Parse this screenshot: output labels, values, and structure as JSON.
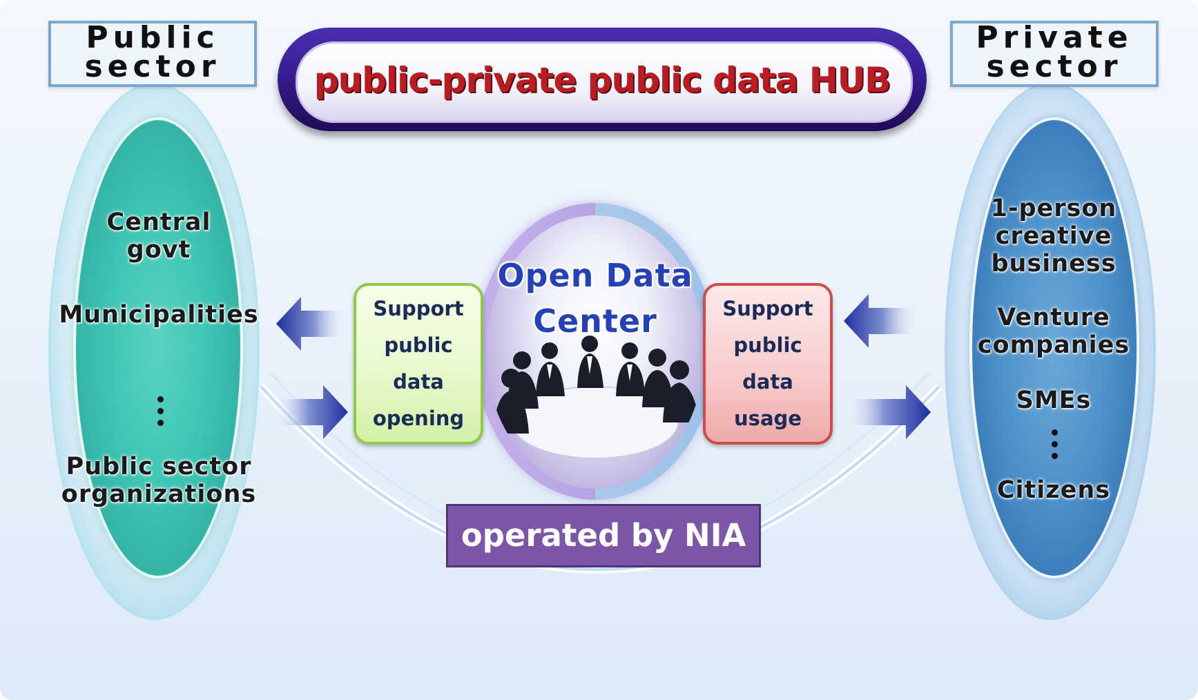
{
  "title": "public-private public data HUB",
  "public_sector": {
    "label": "Public\nsector",
    "items": {
      "central": "Central\ngovt",
      "municipalities": "Municipalities",
      "organizations": "Public sector\norganizations"
    }
  },
  "private_sector": {
    "label": "Private\nsector",
    "items": {
      "creative": "1-person\ncreative\nbusiness",
      "venture": "Venture\ncompanies",
      "smes": "SMEs",
      "citizens": "Citizens"
    }
  },
  "center": {
    "title": "Open Data\nCenter",
    "support_opening": "Support\npublic\ndata\nopening",
    "support_usage": "Support\npublic\ndata\nusage",
    "operated_by": "operated by NIA"
  },
  "colors": {
    "title_red": "#b71d22",
    "public_teal": "#3ec4b3",
    "private_blue": "#4f92cb",
    "arrow_navy": "#1f2f9e",
    "operated_purple": "#7b55a8"
  }
}
